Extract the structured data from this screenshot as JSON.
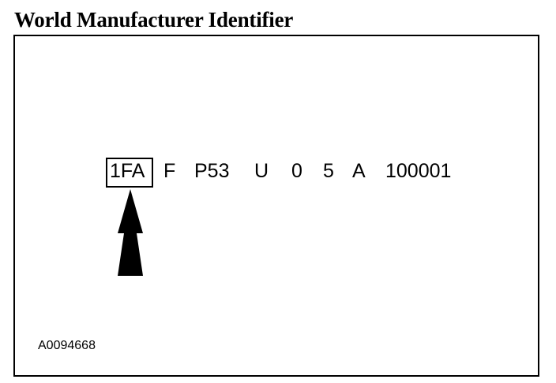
{
  "title": "World Manufacturer Identifier",
  "vin": {
    "segments": [
      "1FA",
      "F",
      "P53",
      "U",
      "0",
      "5",
      "A",
      "100001"
    ],
    "highlighted_segment": "1FA"
  },
  "figure_code": "A0094668",
  "colors": {
    "ink": "#000000",
    "background": "#ffffff"
  },
  "icons": {
    "pointer": "up-arrow-icon"
  }
}
